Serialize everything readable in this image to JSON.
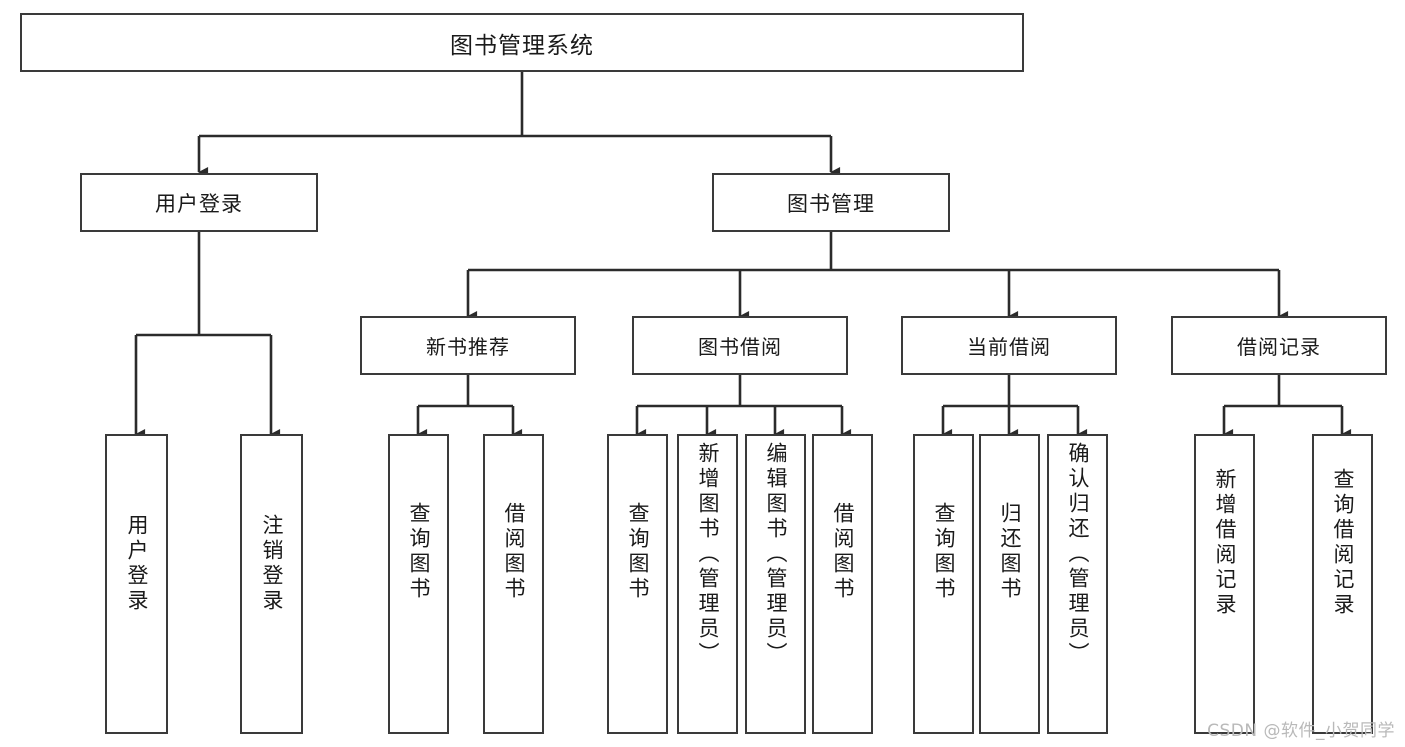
{
  "diagram": {
    "title": "图书管理系统",
    "type": "tree-hierarchy-chart",
    "background_color": "#ffffff",
    "box_border_color": "#3a3a3a",
    "connector_color": "#2b2b2b",
    "text_color": "#1a1a1a"
  },
  "root": {
    "label": "图书管理系统"
  },
  "level1": [
    {
      "label": "用户登录"
    },
    {
      "label": "图书管理"
    }
  ],
  "level2": [
    {
      "label": "新书推荐"
    },
    {
      "label": "图书借阅"
    },
    {
      "label": "当前借阅"
    },
    {
      "label": "借阅记录"
    }
  ],
  "leaves": {
    "user_login": [
      {
        "label": "用户登录"
      },
      {
        "label": "注销登录"
      }
    ],
    "new_book_recommend": [
      {
        "label": "查询图书"
      },
      {
        "label": "借阅图书"
      }
    ],
    "book_borrow": [
      {
        "label": "查询图书"
      },
      {
        "label": "新增图书（管理员）"
      },
      {
        "label": "编辑图书（管理员）"
      },
      {
        "label": "借阅图书"
      }
    ],
    "current_borrow": [
      {
        "label": "查询图书"
      },
      {
        "label": "归还图书"
      },
      {
        "label": "确认归还（管理员）"
      }
    ],
    "borrow_record": [
      {
        "label": "新增借阅记录"
      },
      {
        "label": "查询借阅记录"
      }
    ]
  },
  "watermark": {
    "text": "CSDN @软件_小贺同学"
  }
}
